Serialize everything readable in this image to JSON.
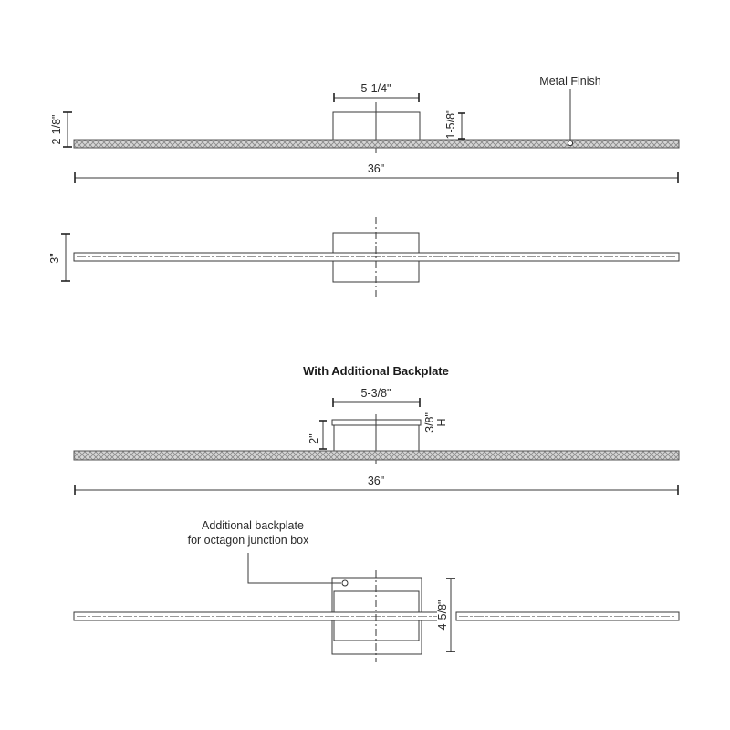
{
  "drawing": {
    "view1": {
      "canopy_width_label": "5-1/4\"",
      "height_label": "2-1/8\"",
      "offset_label": "1-5/8\"",
      "callout_label": "Metal Finish",
      "length_label": "36\""
    },
    "view2": {
      "depth_label": "3\""
    },
    "section_title": "With Additional Backplate",
    "view3": {
      "backplate_width_label": "5-3/8\"",
      "height_label": "2\"",
      "backplate_thickness_label": "3/8\"",
      "backplate_thickness_suffix": "H",
      "length_label": "36\""
    },
    "view4": {
      "callout_line1": "Additional backplate",
      "callout_line2": "for octagon junction box",
      "backplate_height_label": "4-5/8\""
    },
    "colors": {
      "line": "#3a3a3a",
      "bar_texture": "#b5b5b5",
      "background": "#ffffff"
    }
  }
}
